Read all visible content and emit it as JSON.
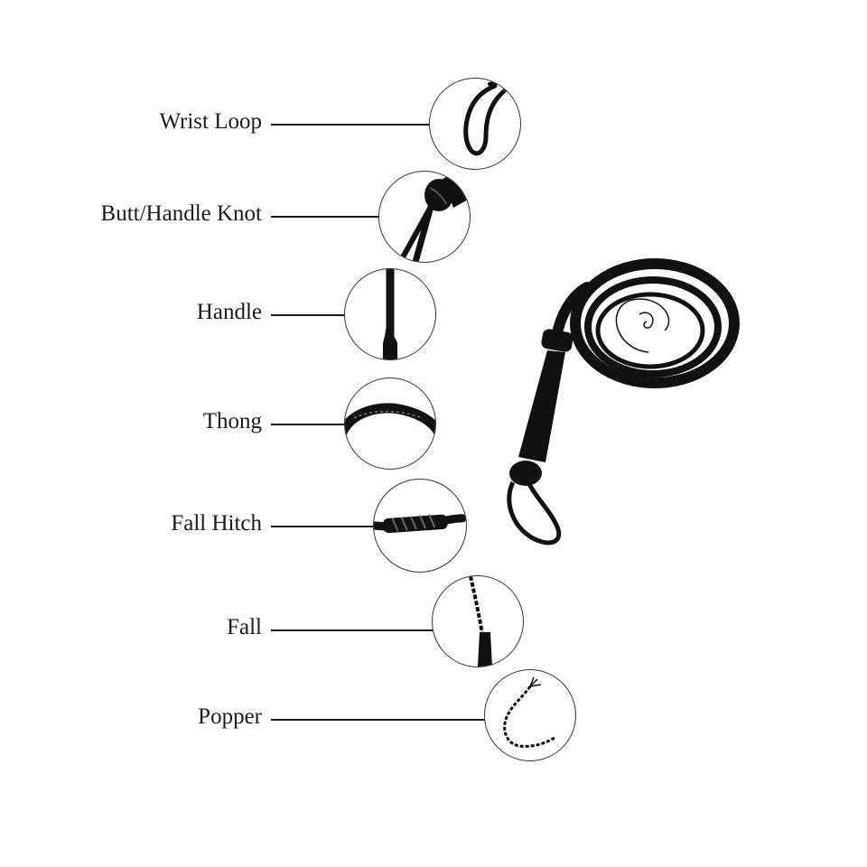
{
  "parts": [
    {
      "id": "wrist-loop",
      "label": "Wrist Loop",
      "detail_icon": "wrist-loop-detail"
    },
    {
      "id": "butt-handle-knot",
      "label": "Butt/Handle Knot",
      "detail_icon": "butt-knot-detail"
    },
    {
      "id": "handle",
      "label": "Handle",
      "detail_icon": "handle-detail"
    },
    {
      "id": "thong",
      "label": "Thong",
      "detail_icon": "thong-detail"
    },
    {
      "id": "fall-hitch",
      "label": "Fall Hitch",
      "detail_icon": "fall-hitch-detail"
    },
    {
      "id": "fall",
      "label": "Fall",
      "detail_icon": "fall-detail"
    },
    {
      "id": "popper",
      "label": "Popper",
      "detail_icon": "popper-detail"
    }
  ],
  "colors": {
    "ink": "#1a1a1a",
    "background": "#ffffff",
    "circle_border": "#333333"
  }
}
